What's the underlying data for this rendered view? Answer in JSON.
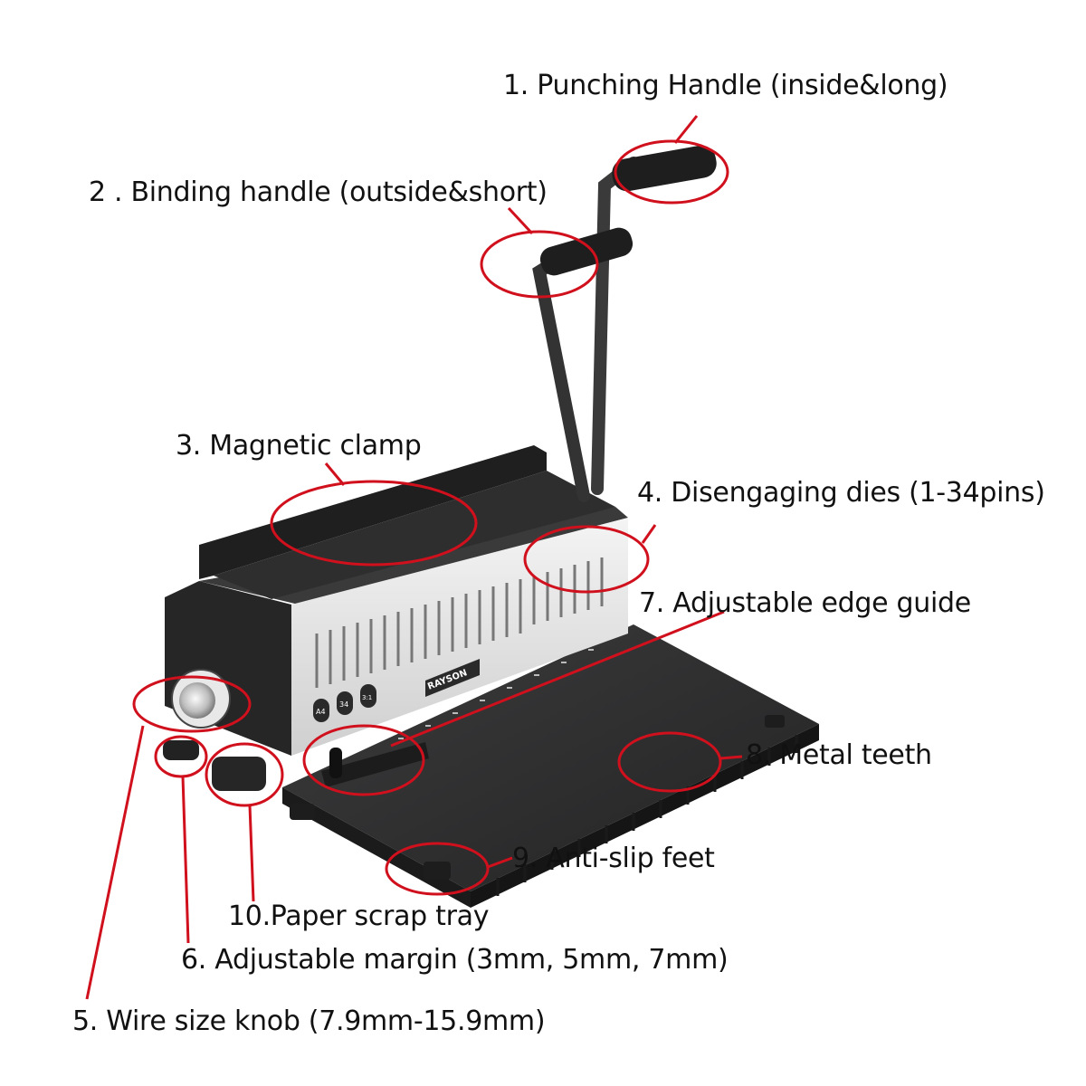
{
  "colors": {
    "callout": "#d0101c",
    "label_text": "#111111",
    "machine_body": "#2b2b2b",
    "machine_panel": "#e6e6e6",
    "handle": "#3a3a3a",
    "tray": "#2f2f30"
  },
  "callouts": [
    {
      "id": "l1",
      "text": "1. Punching Handle (inside&long)"
    },
    {
      "id": "l2",
      "text": "2 . Binding handle (outside&short)"
    },
    {
      "id": "l3",
      "text": "3. Magnetic clamp"
    },
    {
      "id": "l4",
      "text": "4. Disengaging dies (1-34pins)"
    },
    {
      "id": "l5",
      "text": "5. Wire size knob (7.9mm-15.9mm)"
    },
    {
      "id": "l6",
      "text": "6. Adjustable margin (3mm, 5mm, 7mm)"
    },
    {
      "id": "l7",
      "text": "7. Adjustable edge guide"
    },
    {
      "id": "l8",
      "text": "8. Metal teeth"
    },
    {
      "id": "l9",
      "text": "9. Anti-slip feet"
    },
    {
      "id": "l10",
      "text": "10.Paper scrap tray"
    }
  ],
  "machine": {
    "brand": "RAYSON",
    "panel_marks": [
      "A4",
      "34",
      "3:1"
    ]
  }
}
